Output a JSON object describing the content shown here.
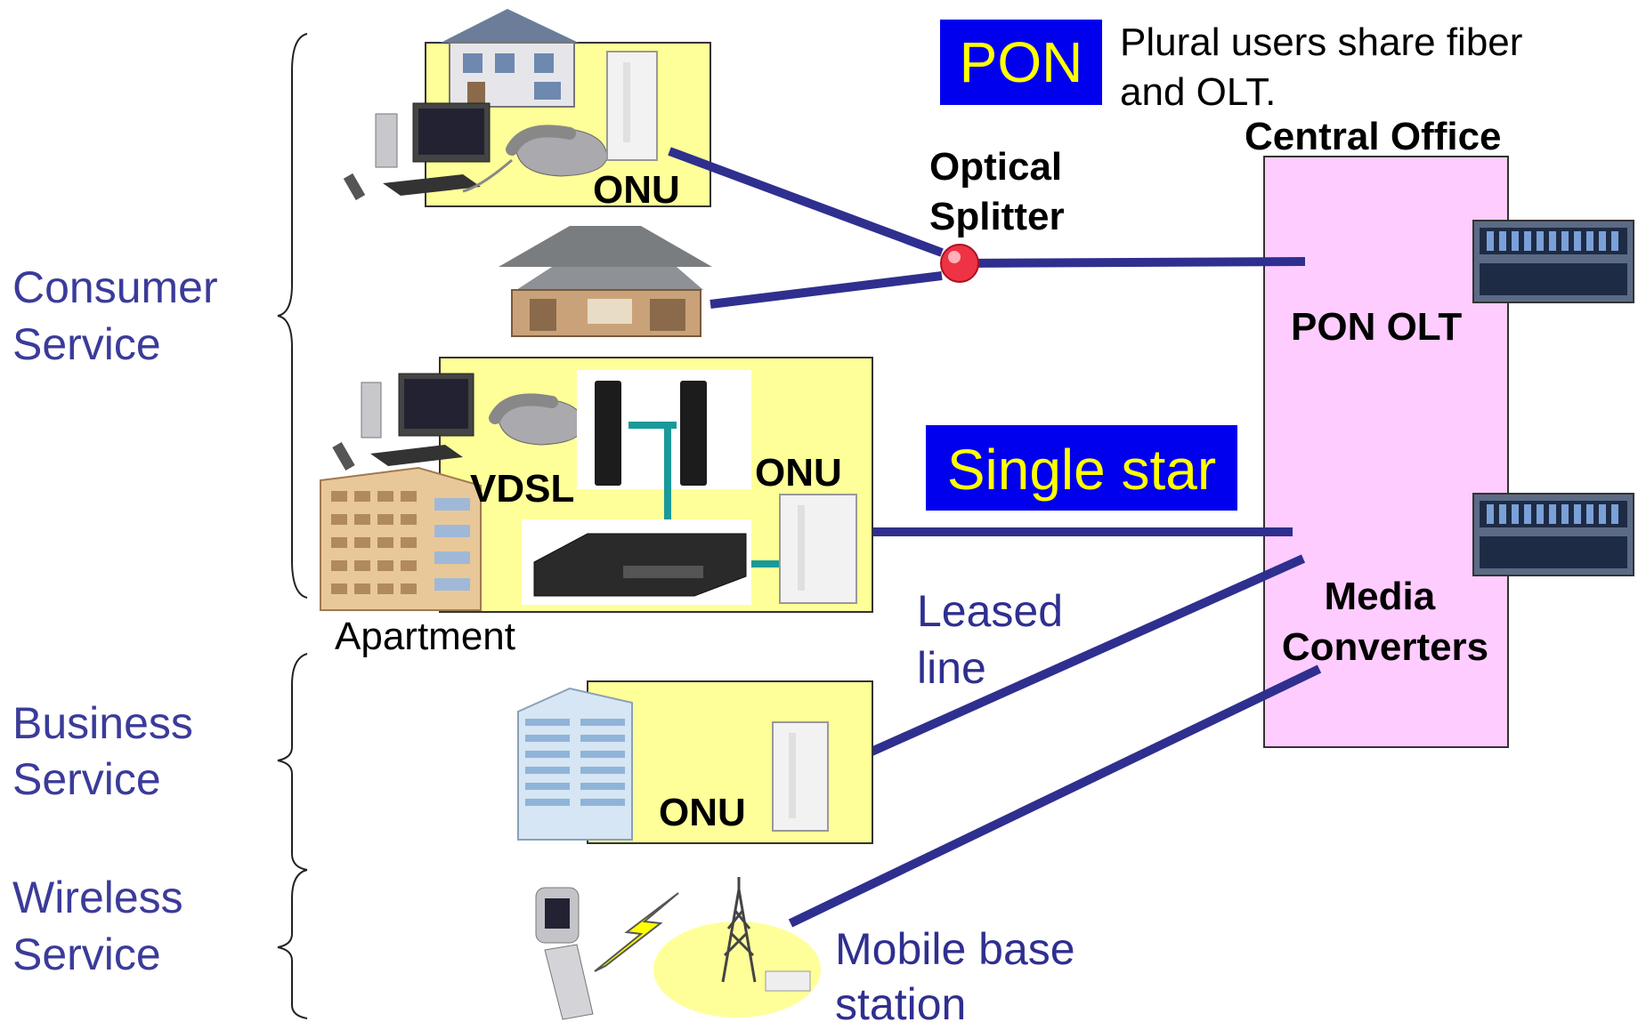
{
  "side_labels": {
    "consumer": [
      "Consumer",
      "Service"
    ],
    "business": [
      "Business",
      "Service"
    ],
    "wireless": [
      "Wireless",
      "Service"
    ]
  },
  "legend": {
    "pon_badge": "PON",
    "pon_note": [
      "Plural users share fiber",
      "and OLT."
    ],
    "single_star_badge": "Single star"
  },
  "central_office": {
    "title": "Central Office",
    "pon_olt": "PON OLT",
    "media_converters": [
      "Media",
      "Converters"
    ]
  },
  "splitter": [
    "Optical",
    "Splitter"
  ],
  "onu_label": "ONU",
  "vdsl_label": "VDSL",
  "apartment_label": "Apartment",
  "leased_line": [
    "Leased",
    "line"
  ],
  "mobile_base_station": [
    "Mobile base",
    "station"
  ],
  "colors": {
    "fiber": "#2f2f8f",
    "site_fill": "#ffff99",
    "office_fill": "#ffccff",
    "badge_fill": "#0000ee",
    "badge_text": "#ffff00",
    "side_text": "#3b3b9a",
    "splitter": "#ee3344",
    "teal_link": "#1a9999"
  },
  "icons": [
    "house-icon",
    "japanese-house-icon",
    "apartment-building-icon",
    "office-building-icon",
    "desktop-computer-icon",
    "telephone-icon",
    "onu-device-icon",
    "vdsl-modem-icon",
    "vdsl-switch-icon",
    "olt-rack-icon",
    "mobile-phone-icon",
    "lightning-icon",
    "radio-tower-icon"
  ]
}
